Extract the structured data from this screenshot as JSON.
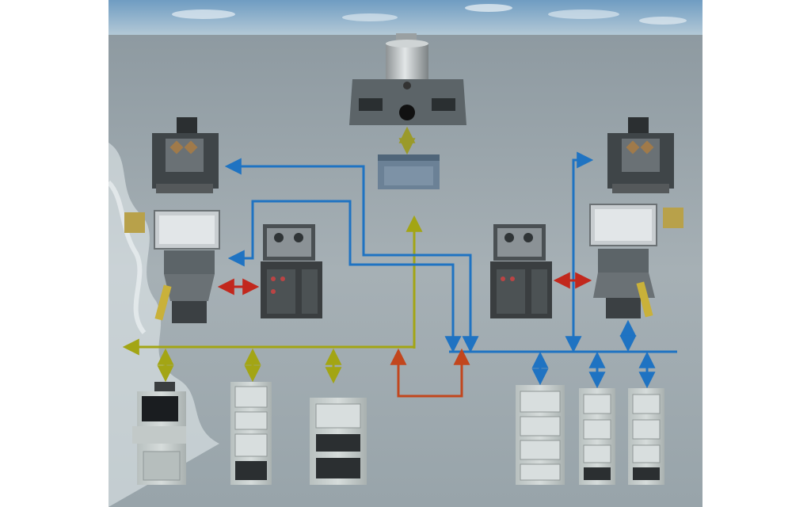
{
  "diagram": {
    "type": "shipboard-system-block-diagram",
    "background": "sea-and-sky-photo",
    "colors": {
      "sky": "#8fb3cf",
      "sea": "#9aa6ad",
      "equipment_gray": "#5c6468",
      "cabinet_light": "#c9d0cf",
      "bus_blue": "#1f73c2",
      "bus_olive": "#a3a514",
      "link_red": "#c2281d",
      "link_orange": "#c2461d",
      "link_khaki": "#9a9a2a"
    },
    "components": [
      {
        "id": "top-sensor-turret",
        "icon": "cylindrical-sensor-head"
      },
      {
        "id": "top-electronics-box",
        "icon": "electronics-box"
      },
      {
        "id": "left-antenna-pedestal",
        "icon": "antenna-pedestal"
      },
      {
        "id": "left-director-mount",
        "icon": "director-mount"
      },
      {
        "id": "left-console-cabinet",
        "icon": "console-cabinet"
      },
      {
        "id": "right-antenna-pedestal",
        "icon": "antenna-pedestal"
      },
      {
        "id": "right-director-mount",
        "icon": "director-mount"
      },
      {
        "id": "right-console-cabinet",
        "icon": "console-cabinet"
      },
      {
        "id": "operator-workstation",
        "icon": "operator-console"
      },
      {
        "id": "rack-cabinet-1",
        "icon": "equipment-rack"
      },
      {
        "id": "rack-cabinet-2",
        "icon": "equipment-rack"
      },
      {
        "id": "rack-cabinet-3",
        "icon": "equipment-rack"
      },
      {
        "id": "rack-cabinet-4",
        "icon": "equipment-rack"
      },
      {
        "id": "rack-cabinet-5",
        "icon": "equipment-rack"
      }
    ],
    "links": [
      {
        "id": "olive-bus",
        "color": "olive",
        "kind": "data-bus"
      },
      {
        "id": "blue-bus",
        "color": "blue",
        "kind": "data-bus"
      },
      {
        "id": "red-bridge",
        "color": "orange",
        "kind": "bus-interconnect"
      },
      {
        "id": "left-red-link",
        "color": "red",
        "kind": "bidirectional"
      },
      {
        "id": "right-red-link",
        "color": "red",
        "kind": "bidirectional"
      }
    ]
  }
}
